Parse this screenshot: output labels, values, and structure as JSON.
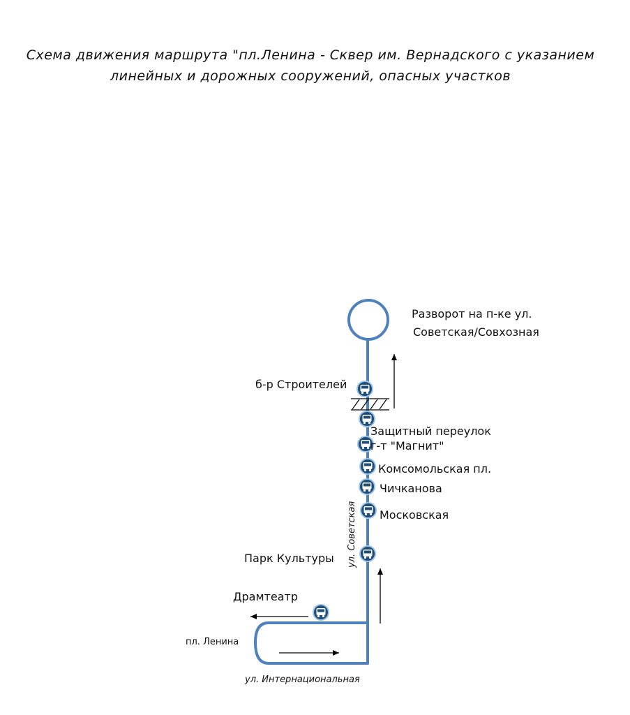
{
  "title": {
    "line1": "Схема движения маршрута \"пл.Ленина - Сквер им. Вернадского с указанием",
    "line2": "линейных и дорожных сооружений, опасных участков"
  },
  "turnaround": {
    "line1": "Разворот на п-ке ул.",
    "line2": "Советская/Совхозная"
  },
  "stops": {
    "stroiteley": "б-р Строителей",
    "zashchitny": "Защитный переулок",
    "magnit": "г-т \"Магнит\"",
    "komsomolskaya": "Комсомольская пл.",
    "chichkanova": "Чичканова",
    "moskovskaya": "Московская",
    "park": "Парк Культуры",
    "dramteatr": "Драмтеатр"
  },
  "streets": {
    "sovetskaya": "ул. Советская",
    "lenina": "пл. Ленина",
    "internatsionalnaya": "ул. Интернациональная"
  },
  "colors": {
    "route": "#4f81bd",
    "bus_icon_fill": "#1f4e79",
    "bus_icon_ring": "#9dc3e6",
    "text": "#111111"
  },
  "icons": {
    "stop": "bus-stop-icon",
    "crossing": "pedestrian-crossing-icon",
    "direction": "direction-arrow-icon"
  }
}
